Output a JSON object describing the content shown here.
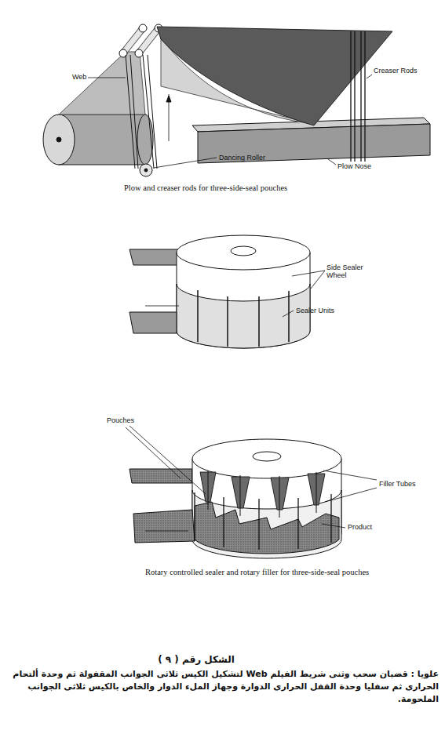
{
  "diagram": {
    "title": "الشكل رقم ( ٩ )",
    "caption": "علويا : قضبان سحب وثنى شريط الفيلم Web لتشكيل الكيس ثلاثى الجوانب المقفولة ثم وحدة ألتحام الحرارى ثم سفليا وحدة القفل الحرارى الدوارة وجهاز الملء الدوار والخاص بالكيس ثلاثى الجوانب الملحومة.",
    "labels": [
      "Web",
      "Creaser Rods",
      "Dancing Roller",
      "Plow Nose",
      "Plow and creaser rods for three-side-seal pouches",
      "Side Sealer Wheel",
      "Sealer Units",
      "Pouches",
      "Filler Tubes",
      "Product",
      "Rotary controlled sealer and rotary filler for three-side-seal pouches"
    ]
  }
}
